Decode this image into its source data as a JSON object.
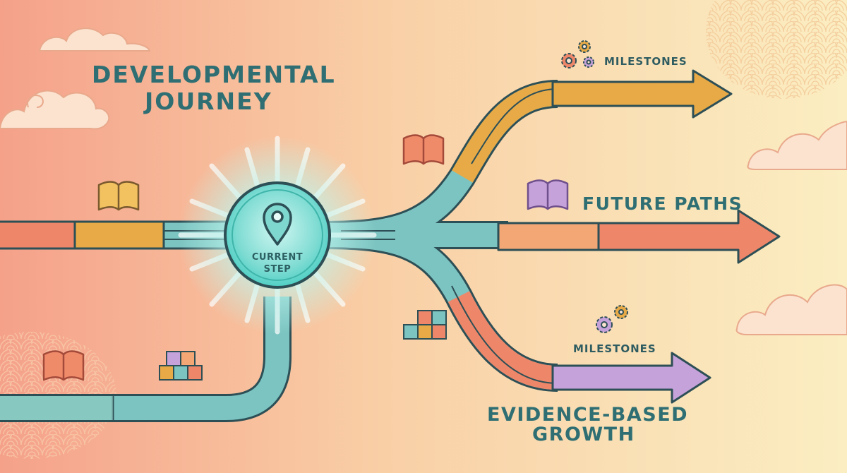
{
  "title": {
    "line1": "DEVELOPMENTAL",
    "line2": "JOURNEY"
  },
  "current_step": {
    "line1": "CURRENT",
    "line2": "STEP"
  },
  "milestones_top": "MILESTONES",
  "future_paths": "FUTURE PATHS",
  "milestones_bottom": "MILESTONES",
  "evidence": {
    "line1": "EVIDENCE-BASED",
    "line2": "GROWTH"
  },
  "colors": {
    "bg_left": "#F5A18A",
    "bg_mid": "#F9CFA6",
    "bg_right": "#FBEEC2",
    "teal": "#7CC4C1",
    "teal_dark": "#2F6F73",
    "outline": "#2D4F56",
    "amber": "#E8AA47",
    "coral": "#EE8769",
    "peach": "#F3A774",
    "lavender": "#C6A2DA",
    "glow": "#63E1D6"
  }
}
